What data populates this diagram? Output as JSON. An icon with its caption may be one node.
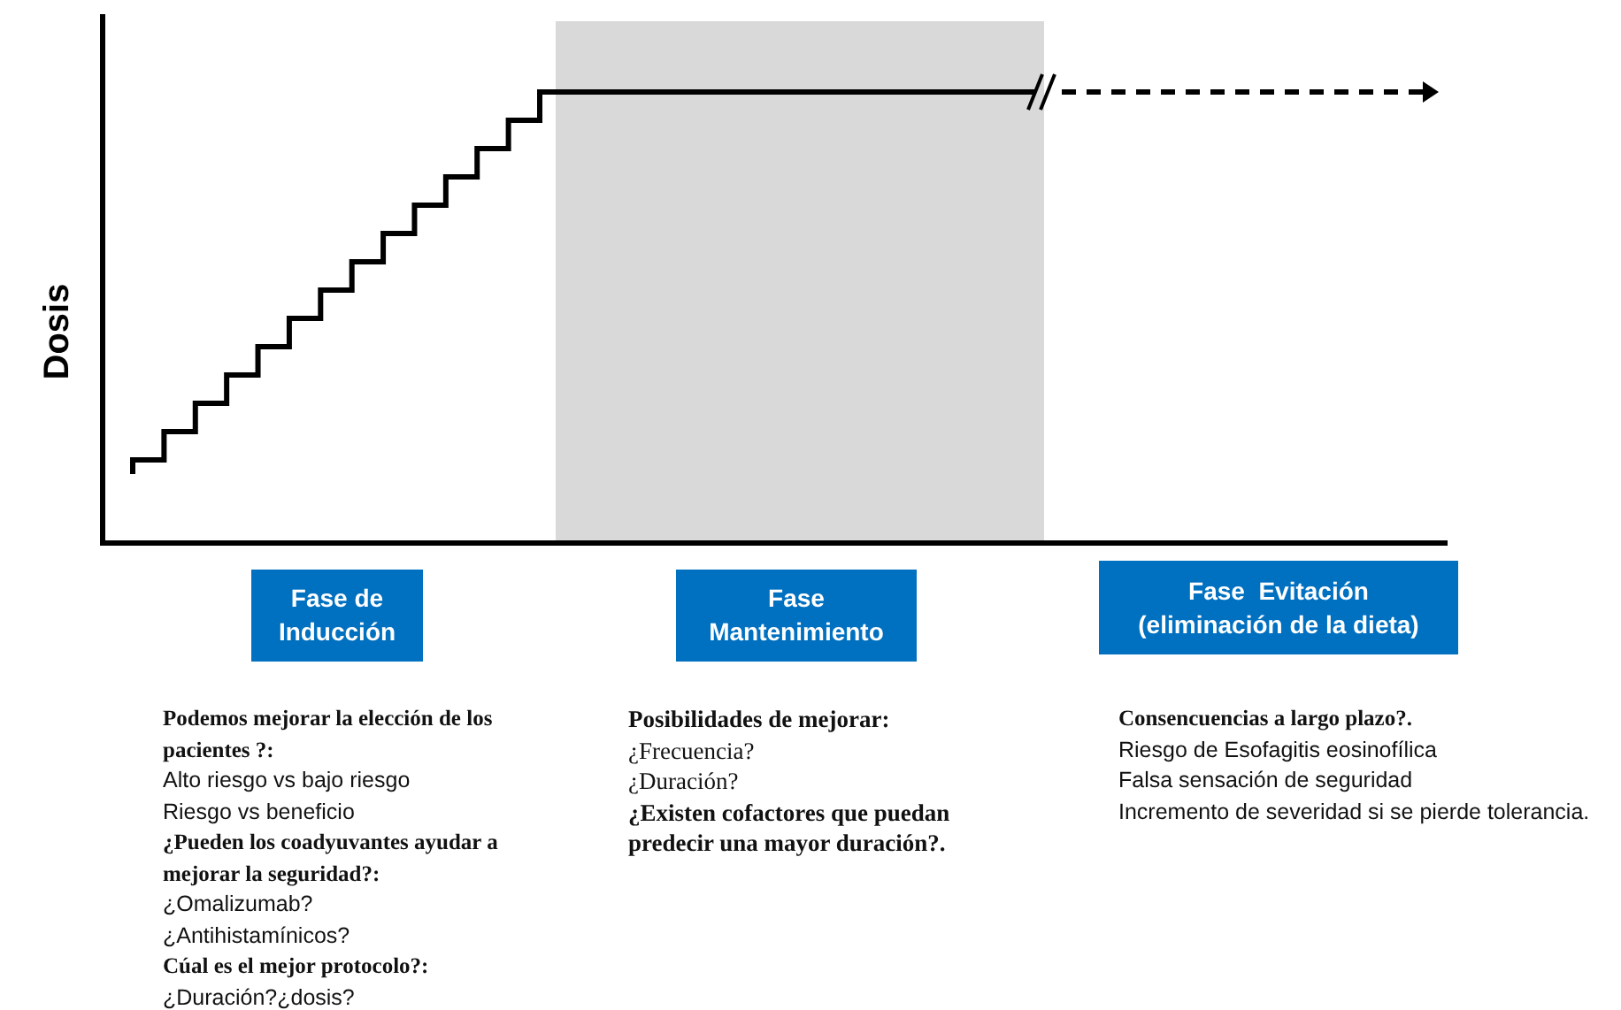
{
  "diagram": {
    "nodes": [
      {
        "text": [
          "Fase de Inducción"
        ],
        "beside": [
          "**Podemos mejorar la elección de los pacientes ?:**",
          "Alto riesgo vs bajo riesgo",
          "Riesgo vs beneficio",
          "**¿Pueden los coadyuvantes ayudar a mejorar la seguridad?:**",
          "¿Omalizumab?",
          "¿Antihistamínicos?",
          "**Cúal es el mejor protocolo?:**",
          "¿Duración?¿dosis?"
        ]
      },
      {
        "text": [
          "Fase Mantenimiento"
        ],
        "beside": [
          "**Posibilidades de mejorar:**",
          "¿Frecuencia?",
          "¿Duración?",
          "**¿Existen cofactores que puedan predecir una mayor duración?.**"
        ]
      },
      {
        "text": [
          "Fase  Evitación (eliminación de la dieta)"
        ],
        "beside": [
          "**Consencuencias a largo plazo?.**",
          "Riesgo de Esofagitis eosinofílica",
          "Falsa sensación de seguridad",
          "Incremento de severidad si se pierde tolerancia."
        ]
      }
    ],
    "labels": [
      "Dosis"
    ]
  }
}
